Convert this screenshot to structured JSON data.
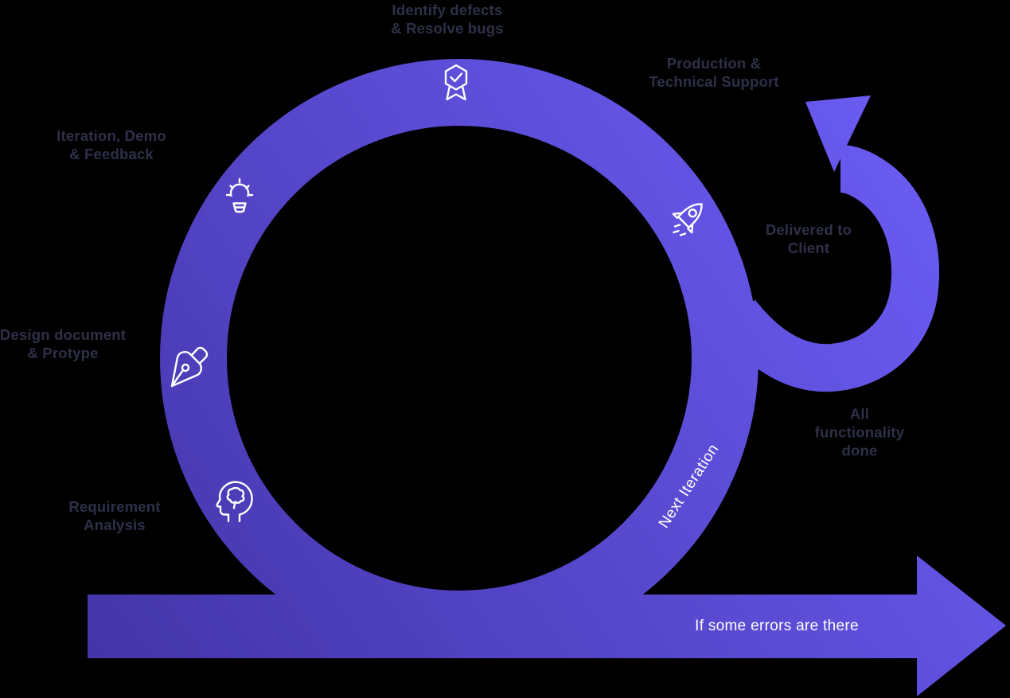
{
  "colors": {
    "background": "#000000",
    "gradient_dark": "#3f31a0",
    "gradient_light": "#7162ff",
    "label_text": "#2e3048",
    "on_shape_text": "#ffffff",
    "icon_stroke": "#ffffff"
  },
  "labels": {
    "identify_defects": "Identify defects\n& Resolve bugs",
    "production_support": "Production &\nTechnical Support",
    "iteration_demo": "Iteration, Demo\n& Feedback",
    "delivered_to_client": "Delivered to\nClient",
    "design_document": "Design document\n& Protype",
    "all_functionality_done": "All\nfunctionality\ndone",
    "requirement_analysis": "Requirement\nAnalysis",
    "next_iteration": "Next Iteration",
    "error_path": "If some errors are there"
  },
  "icons": {
    "top": "medal-check",
    "upper_left": "lightbulb-idea",
    "left": "pen-nib",
    "lower_left": "head-brain",
    "upper_right": "rocket"
  },
  "shapes": {
    "ring": "iteration-cycle-ring",
    "loop_arrow": "next-iteration-loop-arrow",
    "forward_arrow": "error-feedback-arrow"
  }
}
